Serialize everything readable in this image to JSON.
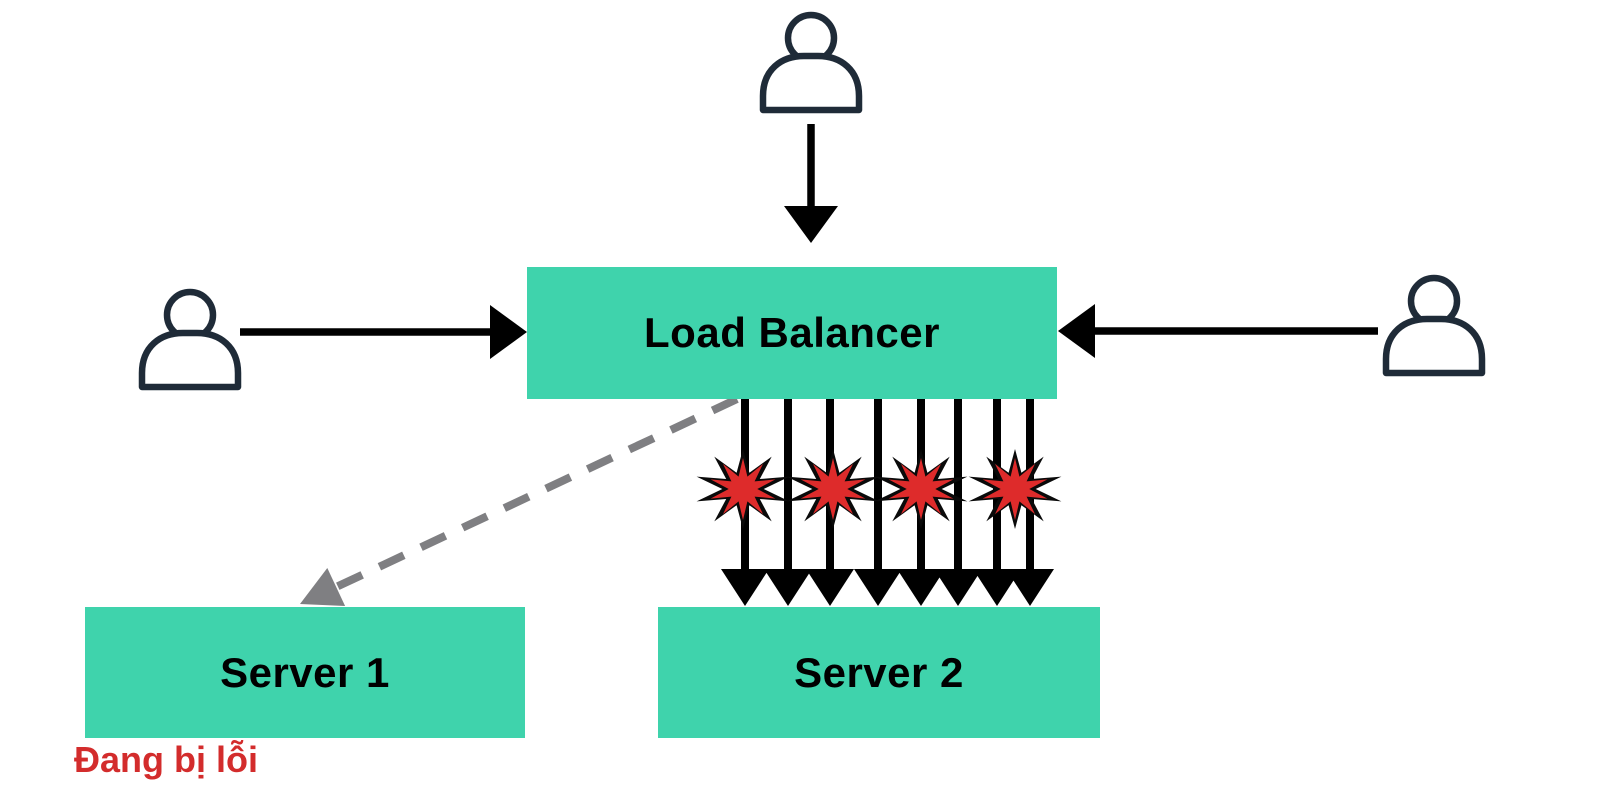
{
  "diagram": {
    "type": "architecture-diagram",
    "nodes": {
      "load_balancer": {
        "label": "Load Balancer"
      },
      "server1": {
        "label": "Server 1",
        "status_label": "Đang bị lỗi"
      },
      "server2": {
        "label": "Server 2"
      }
    },
    "actors": {
      "count": 3,
      "icon": "user-icon"
    },
    "edges": [
      {
        "id": "user-top-to-load-balancer",
        "from": "user-top",
        "to": "load_balancer",
        "style": "solid-arrow"
      },
      {
        "id": "user-left-to-load-balancer",
        "from": "user-left",
        "to": "load_balancer",
        "style": "solid-arrow"
      },
      {
        "id": "user-right-to-load-balancer",
        "from": "user-right",
        "to": "load_balancer",
        "style": "solid-arrow"
      },
      {
        "id": "load-balancer-to-server1",
        "from": "load_balancer",
        "to": "server1",
        "style": "dashed-arrow"
      },
      {
        "id": "load-balancer-to-server2",
        "from": "load_balancer",
        "to": "server2",
        "style": "solid-arrow-fanout",
        "arrow_count": 8,
        "failure_burst_count": 4,
        "failure_icon": "explosion-burst-icon"
      }
    ],
    "colors": {
      "node_fill": "#3fd3ac",
      "node_text": "#000000",
      "arrow": "#000000",
      "person_outline": "#1f2b38",
      "dashed_arrow": "#7f7f82",
      "burst_fill": "#de2b2b",
      "burst_outline": "#0a0a0a",
      "status_text": "#d32c2c",
      "bg": "#ffffff"
    }
  }
}
